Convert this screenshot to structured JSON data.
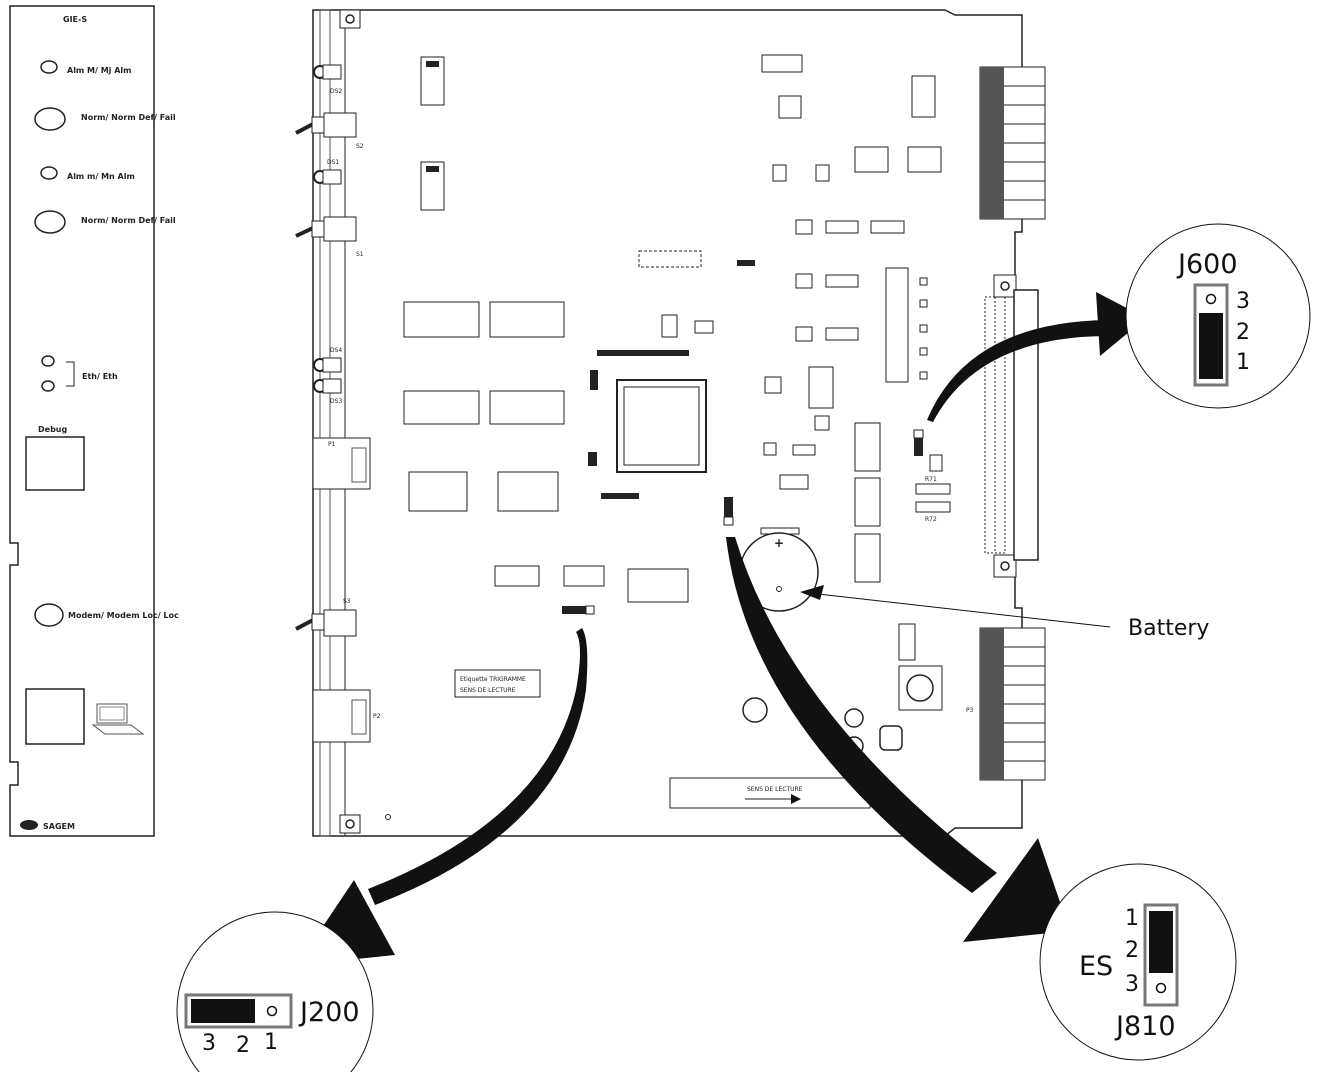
{
  "front_panel": {
    "title": "GIE-S",
    "led1_label": "Alm M/ Mj Alm",
    "switch1_label": "Norm/ Norm Def/ Fail",
    "led2_label": "Alm m/ Mn Alm",
    "switch2_label": "Norm/ Norm Def/ Fail",
    "eth_label": "Eth/ Eth",
    "debug_label": "Debug",
    "modem_label": "Modem/ Modem Loc/ Loc",
    "brand": "SAGEM"
  },
  "board": {
    "ds2": "DS2",
    "s2": "S2",
    "ds1": "DS1",
    "s1": "S1",
    "ds4": "DS4",
    "ds3": "DS3",
    "s3": "S3",
    "p1": "P1",
    "p2": "P2",
    "p3": "P3",
    "r71": "R71",
    "r72": "R72",
    "etiquette": "Etiquette TRIGRAMME",
    "sens_small": "SENS DE LECTURE",
    "sens": "SENS DE LECTURE"
  },
  "callouts": {
    "battery": "Battery",
    "j600": {
      "name": "J600",
      "pins": [
        "3",
        "2",
        "1"
      ]
    },
    "j200": {
      "name": "J200",
      "pins": [
        "3",
        "2",
        "1"
      ]
    },
    "j810": {
      "name": "J810",
      "prefix": "ES",
      "pins": [
        "1",
        "2",
        "3"
      ]
    }
  }
}
